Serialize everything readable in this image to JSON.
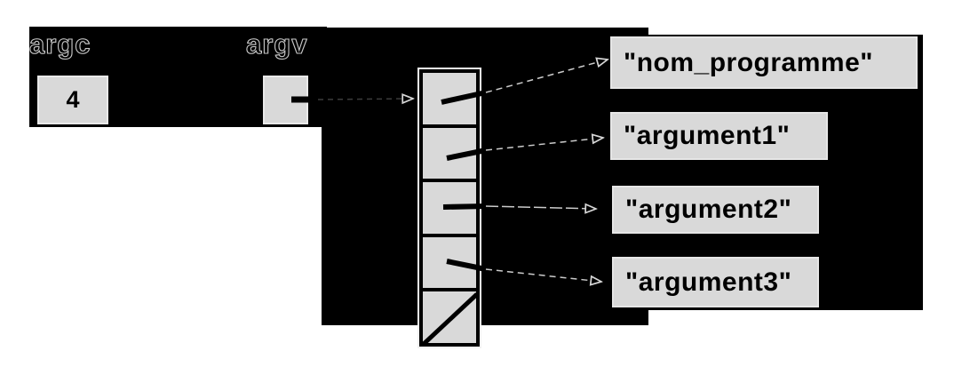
{
  "diagram": {
    "argc": {
      "label": "argc",
      "value": "4"
    },
    "argv": {
      "label": "argv"
    },
    "argv_array": {
      "cell_count": 5,
      "cells": [
        {
          "index": 0,
          "points_to": "\"nom_programme\""
        },
        {
          "index": 1,
          "points_to": "\"argument1\""
        },
        {
          "index": 2,
          "points_to": "\"argument2\""
        },
        {
          "index": 3,
          "points_to": "\"argument3\""
        },
        {
          "index": 4,
          "points_to": "NULL"
        }
      ]
    },
    "strings": [
      {
        "text": "\"nom_programme\""
      },
      {
        "text": "\"argument1\""
      },
      {
        "text": "\"argument2\""
      },
      {
        "text": "\"argument3\""
      }
    ],
    "colors": {
      "background": "#ffffff",
      "panel": "#000000",
      "box_fill": "#d9d9d9",
      "text": "#000000",
      "arrow_outline": "#d6d6d6"
    }
  }
}
